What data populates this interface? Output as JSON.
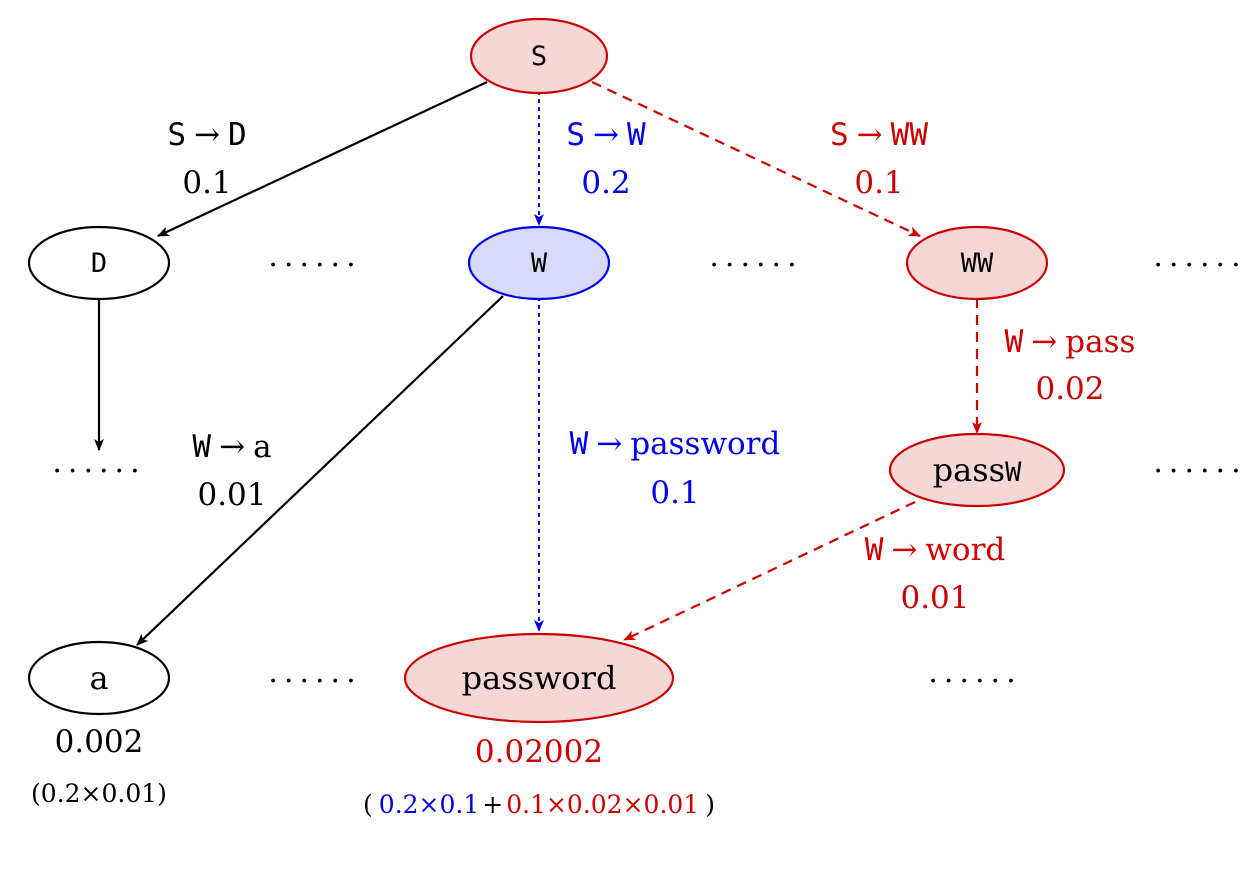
{
  "colors": {
    "black": "#000000",
    "blue": "#0000ee",
    "red": "#cc0000",
    "red_fill": "#f5d7d8",
    "blue_fill": "#d8d8fa",
    "white_fill": "#ffffff"
  },
  "nodes": {
    "S": "S",
    "D": "D",
    "W": "W",
    "WW": "WW",
    "passW_prefix": "pass",
    "passW_suffix": "W",
    "a": "a",
    "password": "password"
  },
  "edges": {
    "s_to_d": {
      "lhs": "S",
      "arrow": "→",
      "rhs": "D",
      "prob": "0.1"
    },
    "s_to_w": {
      "lhs": "S",
      "arrow": "→",
      "rhs": "W",
      "prob": "0.2"
    },
    "s_to_ww": {
      "lhs": "S",
      "arrow": "→",
      "rhs": "WW",
      "prob": "0.1"
    },
    "w_to_a": {
      "lhs": "W",
      "arrow": "→",
      "rhs": "a",
      "prob": "0.01"
    },
    "w_to_password": {
      "lhs": "W",
      "arrow": "→",
      "rhs": "password",
      "prob": "0.1"
    },
    "w_to_pass": {
      "lhs": "W",
      "arrow": "→",
      "rhs": "pass",
      "prob": "0.02"
    },
    "w_to_word": {
      "lhs": "W",
      "arrow": "→",
      "rhs": "word",
      "prob": "0.01"
    }
  },
  "results": {
    "a_prob": "0.002",
    "a_calc": "(0.2×0.01)",
    "password_prob": "0.02002",
    "password_calc_open": "(",
    "password_calc_blue": "0.2×0.1",
    "password_calc_plus": "+",
    "password_calc_red": "0.1×0.02×0.01",
    "password_calc_close": ")"
  },
  "ellipsis": "......"
}
